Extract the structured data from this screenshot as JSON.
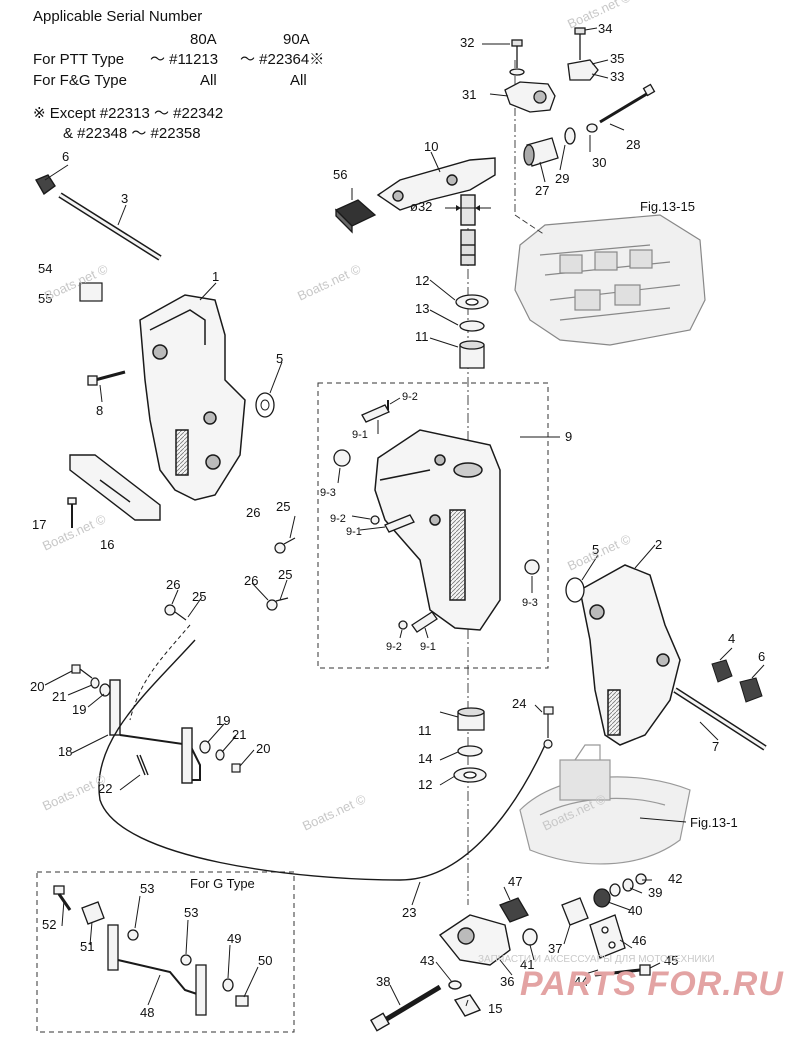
{
  "header": {
    "title": "Applicable Serial Number",
    "col_80a": "80A",
    "col_90a": "90A",
    "ptt_label": "For PTT Type",
    "ptt_80a": "～ #11213",
    "ptt_90a": "～ #22364※",
    "fg_label": "For F&G Type",
    "fg_80a": "All",
    "fg_90a": "All",
    "except_1": "※ Except  #22313 ～ #22342",
    "except_2": "&  #22348 ～ #22358"
  },
  "figure_refs": {
    "fig_13_15": "Fig.13-15",
    "fig_13_1": "Fig.13-1",
    "diameter": "ø32"
  },
  "g_type_box": {
    "title": "For G Type"
  },
  "callouts": [
    {
      "id": "c32",
      "text": "32"
    },
    {
      "id": "c34",
      "text": "34"
    },
    {
      "id": "c35",
      "text": "35"
    },
    {
      "id": "c33",
      "text": "33"
    },
    {
      "id": "c31",
      "text": "31"
    },
    {
      "id": "c10",
      "text": "10"
    },
    {
      "id": "c28",
      "text": "28"
    },
    {
      "id": "c30",
      "text": "30"
    },
    {
      "id": "c29",
      "text": "29"
    },
    {
      "id": "c27",
      "text": "27"
    },
    {
      "id": "c56",
      "text": "56"
    },
    {
      "id": "c6a",
      "text": "6"
    },
    {
      "id": "c3",
      "text": "3"
    },
    {
      "id": "c54",
      "text": "54"
    },
    {
      "id": "c55",
      "text": "55"
    },
    {
      "id": "c1",
      "text": "1"
    },
    {
      "id": "c12a",
      "text": "12"
    },
    {
      "id": "c13",
      "text": "13"
    },
    {
      "id": "c11a",
      "text": "11"
    },
    {
      "id": "c5a",
      "text": "5"
    },
    {
      "id": "c8",
      "text": "8"
    },
    {
      "id": "c9_2a",
      "text": "9-2"
    },
    {
      "id": "c9_1a",
      "text": "9-1"
    },
    {
      "id": "c9",
      "text": "9"
    },
    {
      "id": "c9_3a",
      "text": "9-3"
    },
    {
      "id": "c26a",
      "text": "26"
    },
    {
      "id": "c25a",
      "text": "25"
    },
    {
      "id": "c9_2b",
      "text": "9-2"
    },
    {
      "id": "c9_1b",
      "text": "9-1"
    },
    {
      "id": "c17",
      "text": "17"
    },
    {
      "id": "c16",
      "text": "16"
    },
    {
      "id": "c5b",
      "text": "5"
    },
    {
      "id": "c2",
      "text": "2"
    },
    {
      "id": "c9_3b",
      "text": "9-3"
    },
    {
      "id": "c26b",
      "text": "26"
    },
    {
      "id": "c25b",
      "text": "25"
    },
    {
      "id": "c26c",
      "text": "26"
    },
    {
      "id": "c25c",
      "text": "25"
    },
    {
      "id": "c9_2c",
      "text": "9-2"
    },
    {
      "id": "c9_1c",
      "text": "9-1"
    },
    {
      "id": "c4",
      "text": "4"
    },
    {
      "id": "c6b",
      "text": "6"
    },
    {
      "id": "c20a",
      "text": "20"
    },
    {
      "id": "c21a",
      "text": "21"
    },
    {
      "id": "c19a",
      "text": "19"
    },
    {
      "id": "c24",
      "text": "24"
    },
    {
      "id": "c7",
      "text": "7"
    },
    {
      "id": "c19b",
      "text": "19"
    },
    {
      "id": "c21b",
      "text": "21"
    },
    {
      "id": "c20b",
      "text": "20"
    },
    {
      "id": "c18",
      "text": "18"
    },
    {
      "id": "c11b",
      "text": "11"
    },
    {
      "id": "c14",
      "text": "14"
    },
    {
      "id": "c12b",
      "text": "12"
    },
    {
      "id": "c22",
      "text": "22"
    },
    {
      "id": "c23",
      "text": "23"
    },
    {
      "id": "c47",
      "text": "47"
    },
    {
      "id": "c42",
      "text": "42"
    },
    {
      "id": "c39",
      "text": "39"
    },
    {
      "id": "c40",
      "text": "40"
    },
    {
      "id": "c53a",
      "text": "53"
    },
    {
      "id": "c52",
      "text": "52"
    },
    {
      "id": "c53b",
      "text": "53"
    },
    {
      "id": "c51",
      "text": "51"
    },
    {
      "id": "c49",
      "text": "49"
    },
    {
      "id": "c50",
      "text": "50"
    },
    {
      "id": "c48",
      "text": "48"
    },
    {
      "id": "c46",
      "text": "46"
    },
    {
      "id": "c37",
      "text": "37"
    },
    {
      "id": "c43",
      "text": "43"
    },
    {
      "id": "c41",
      "text": "41"
    },
    {
      "id": "c45",
      "text": "45"
    },
    {
      "id": "c38",
      "text": "38"
    },
    {
      "id": "c36",
      "text": "36"
    },
    {
      "id": "c44",
      "text": "44"
    },
    {
      "id": "c15",
      "text": "15"
    }
  ],
  "watermarks": [
    "Boats.net ©",
    "Boats.net ©",
    "Boats.net ©",
    "Boats.net ©",
    "Boats.net ©",
    "Boats.net ©",
    "Boats.net ©",
    "Boats.net ©"
  ],
  "footer": {
    "tagline": "ЗАПЧАСТИ И АКСЕССУАРЫ ДЛЯ МОТОТЕХНИКИ",
    "brand": "PARTS FOR.RU"
  },
  "colors": {
    "line": "#1a1a1a",
    "part_fill": "#f2f2f2",
    "shade": "#8a8a8a",
    "watermark": "#c8c8c8",
    "brand": "#e3a3a3"
  }
}
